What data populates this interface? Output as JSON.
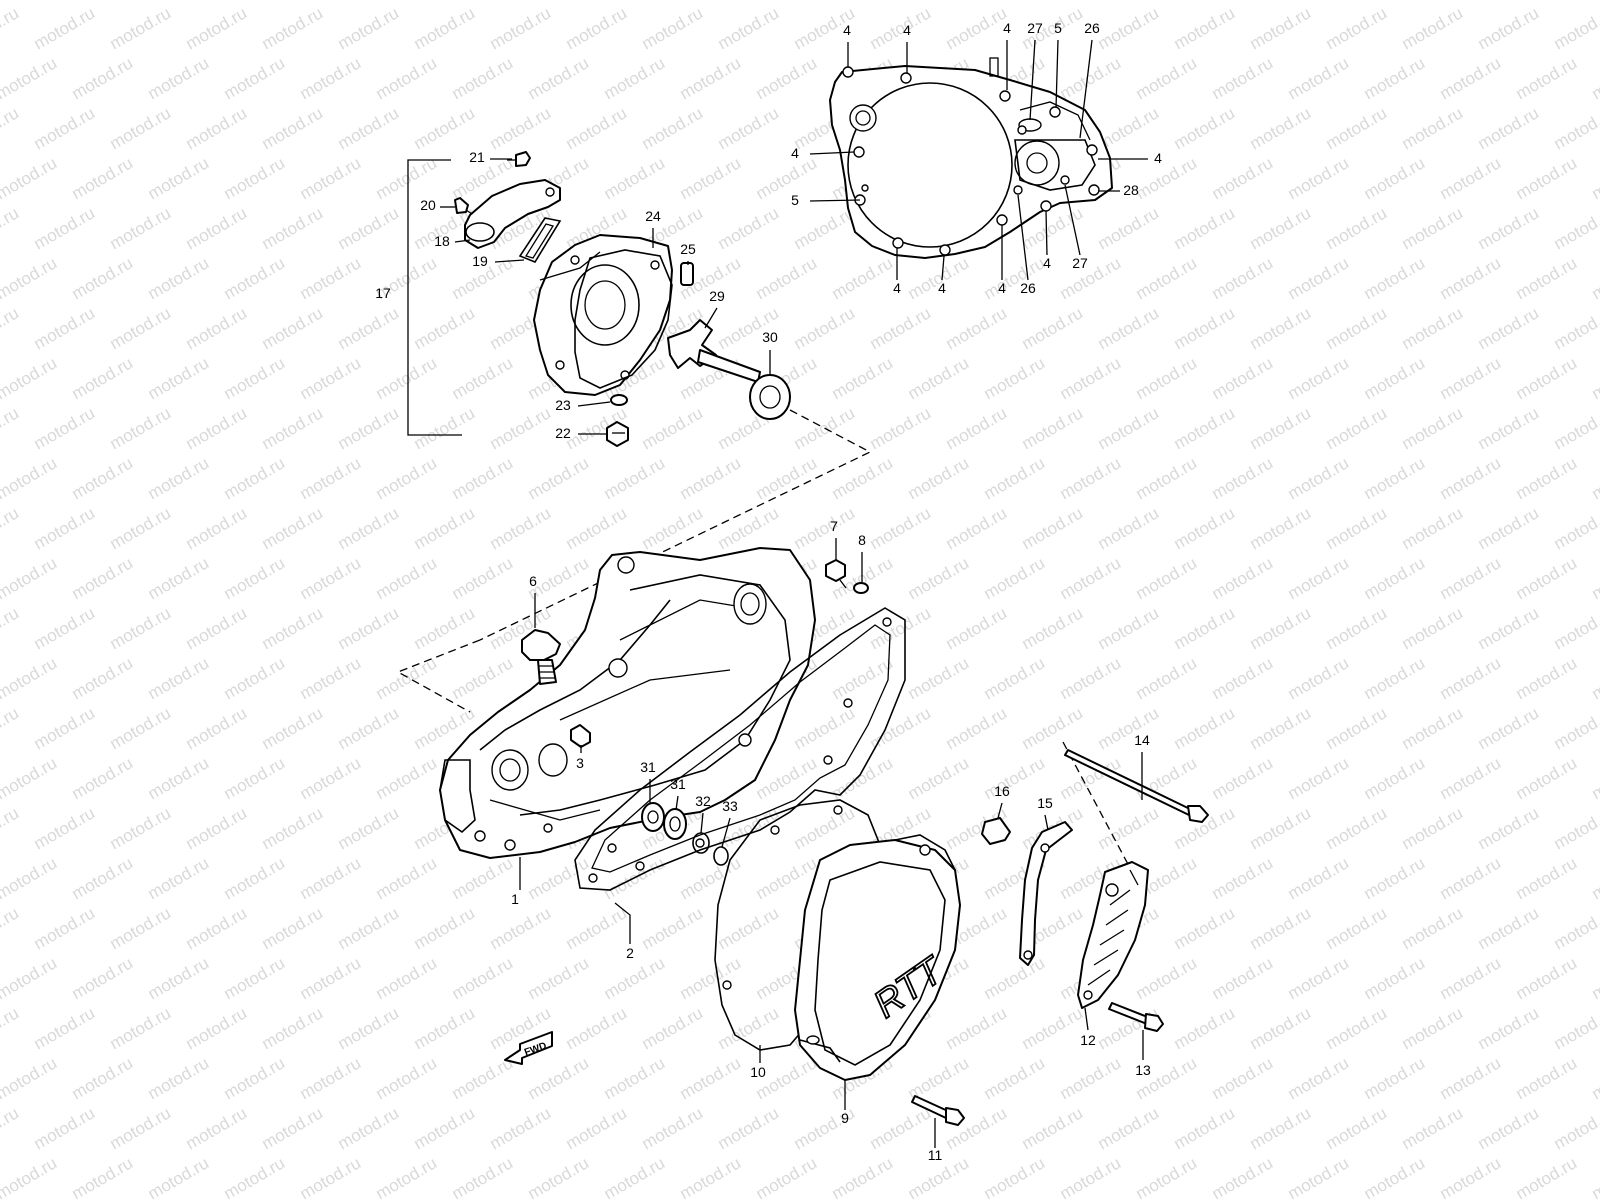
{
  "watermark": {
    "text": "motod.ru"
  },
  "fwd_arrow": {
    "label": "FWD"
  },
  "cover_logo": {
    "text": "RTT"
  },
  "callouts": [
    {
      "id": "c1",
      "label": "1"
    },
    {
      "id": "c2",
      "label": "2"
    },
    {
      "id": "c3",
      "label": "3"
    },
    {
      "id": "c4a",
      "label": "4"
    },
    {
      "id": "c4b",
      "label": "4"
    },
    {
      "id": "c4c",
      "label": "4"
    },
    {
      "id": "c4d",
      "label": "4"
    },
    {
      "id": "c4e",
      "label": "4"
    },
    {
      "id": "c4f",
      "label": "4"
    },
    {
      "id": "c4g",
      "label": "4"
    },
    {
      "id": "c4h",
      "label": "4"
    },
    {
      "id": "c4i",
      "label": "4"
    },
    {
      "id": "c5a",
      "label": "5"
    },
    {
      "id": "c5b",
      "label": "5"
    },
    {
      "id": "c6",
      "label": "6"
    },
    {
      "id": "c7",
      "label": "7"
    },
    {
      "id": "c8",
      "label": "8"
    },
    {
      "id": "c9",
      "label": "9"
    },
    {
      "id": "c10",
      "label": "10"
    },
    {
      "id": "c11",
      "label": "11"
    },
    {
      "id": "c12",
      "label": "12"
    },
    {
      "id": "c13",
      "label": "13"
    },
    {
      "id": "c14",
      "label": "14"
    },
    {
      "id": "c15",
      "label": "15"
    },
    {
      "id": "c16",
      "label": "16"
    },
    {
      "id": "c17",
      "label": "17"
    },
    {
      "id": "c18",
      "label": "18"
    },
    {
      "id": "c19",
      "label": "19"
    },
    {
      "id": "c20",
      "label": "20"
    },
    {
      "id": "c21",
      "label": "21"
    },
    {
      "id": "c22",
      "label": "22"
    },
    {
      "id": "c23",
      "label": "23"
    },
    {
      "id": "c24",
      "label": "24"
    },
    {
      "id": "c25",
      "label": "25"
    },
    {
      "id": "c26a",
      "label": "26"
    },
    {
      "id": "c26b",
      "label": "26"
    },
    {
      "id": "c27a",
      "label": "27"
    },
    {
      "id": "c27b",
      "label": "27"
    },
    {
      "id": "c28",
      "label": "28"
    },
    {
      "id": "c29",
      "label": "29"
    },
    {
      "id": "c30",
      "label": "30"
    },
    {
      "id": "c31a",
      "label": "31"
    },
    {
      "id": "c31b",
      "label": "31"
    },
    {
      "id": "c32",
      "label": "32"
    },
    {
      "id": "c33",
      "label": "33"
    }
  ]
}
